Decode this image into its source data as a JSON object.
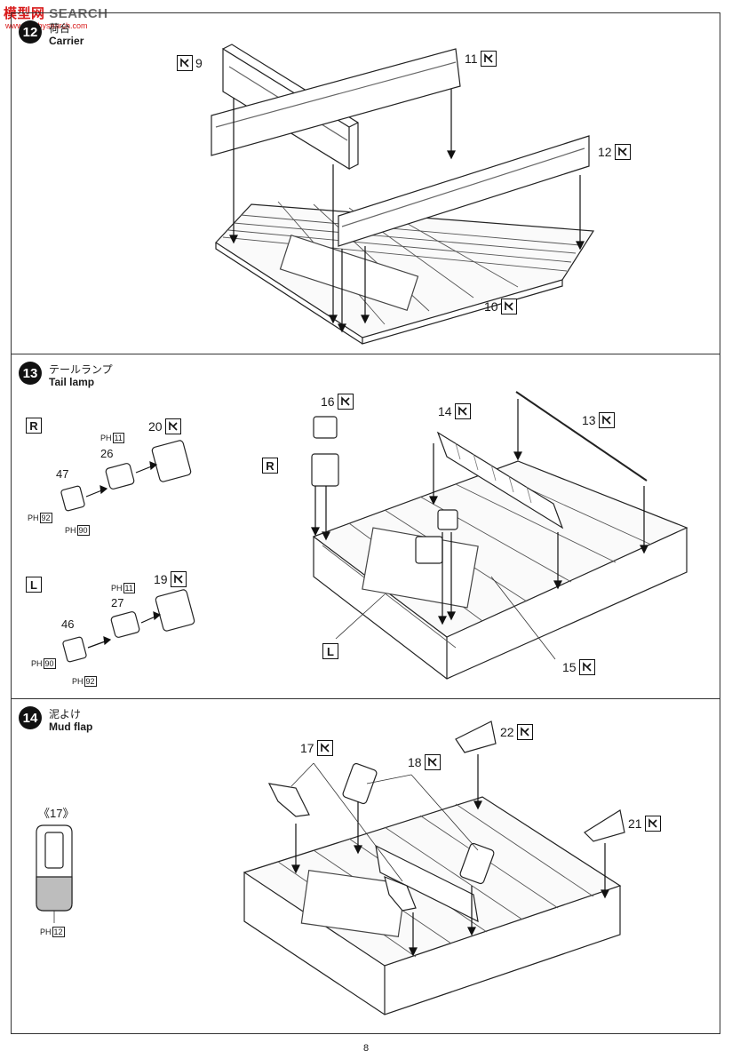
{
  "watermark": {
    "text_jp": "模型网",
    "text_en": "SEARCH",
    "url": "www.hobbysearch.com"
  },
  "page_number": "8",
  "steps": [
    {
      "num": "12",
      "title_jp": "荷台",
      "title_en": "Carrier",
      "callouts": [
        "9",
        "11",
        "12",
        "10"
      ]
    },
    {
      "num": "13",
      "title_jp": "テールランプ",
      "title_en": "Tail lamp",
      "side_r": "R",
      "side_l": "L",
      "callouts": [
        "20",
        "19",
        "16",
        "14",
        "13",
        "15"
      ],
      "part_labels": {
        "p47": "47",
        "p26": "26",
        "p46": "46",
        "p27": "27"
      },
      "paint_codes": [
        "11",
        "92",
        "90",
        "11",
        "90",
        "92"
      ],
      "paint_prefix": "PH",
      "assembly_side_r": "R",
      "assembly_side_l": "L"
    },
    {
      "num": "14",
      "title_jp": "泥よけ",
      "title_en": "Mud flap",
      "callouts": [
        "17",
        "18",
        "22",
        "21"
      ],
      "detail_label": "《17》",
      "detail_paint": "12"
    }
  ],
  "icons": {
    "part_marker": "cement-brush-icon"
  }
}
